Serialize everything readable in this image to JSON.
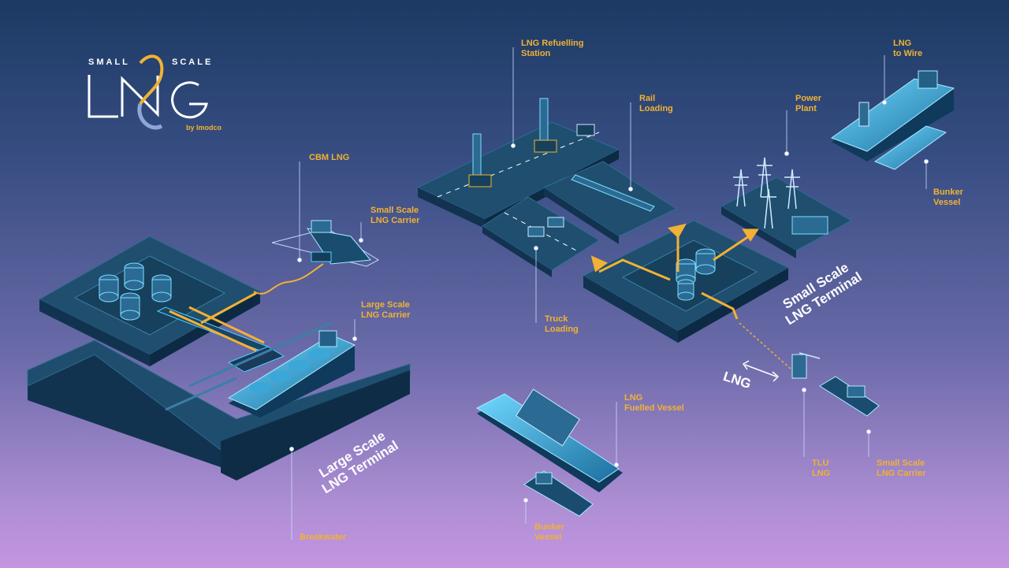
{
  "logo": {
    "small": "SMALL",
    "scale": "SCALE",
    "main": "LNG",
    "by": "by Imodco"
  },
  "terminals": {
    "large": [
      "Large Scale",
      "LNG Terminal"
    ],
    "small": [
      "Small Scale",
      "LNG Terminal"
    ]
  },
  "flow_label": "LNG",
  "labels": {
    "cbm": [
      "CBM LNG"
    ],
    "small_carrier_top": [
      "Small Scale",
      "LNG Carrier"
    ],
    "large_carrier": [
      "Large Scale",
      "LNG Carrier"
    ],
    "breakwater": [
      "Breakwater"
    ],
    "refuelling": [
      "LNG Refuelling",
      "Station"
    ],
    "rail": [
      "Rail",
      "Loading"
    ],
    "power": [
      "Power",
      "Plant"
    ],
    "wire": [
      "LNG",
      "to Wire"
    ],
    "bunker_right": [
      "Bunker",
      "Vessel"
    ],
    "truck": [
      "Truck",
      "Loading"
    ],
    "fuelled": [
      "LNG",
      "Fuelled Vessel"
    ],
    "bunker_bottom": [
      "Bunker",
      "Vessel"
    ],
    "tlu": [
      "TLU",
      "LNG"
    ],
    "small_carrier_bottom": [
      "Small Scale",
      "LNG Carrier"
    ]
  },
  "colors": {
    "label": "#f2b134",
    "platform_top": "#1f4e6e",
    "platform_side": "#123350",
    "accent_cyan": "#4fd0ff",
    "pipe_yellow": "#f2b134"
  }
}
